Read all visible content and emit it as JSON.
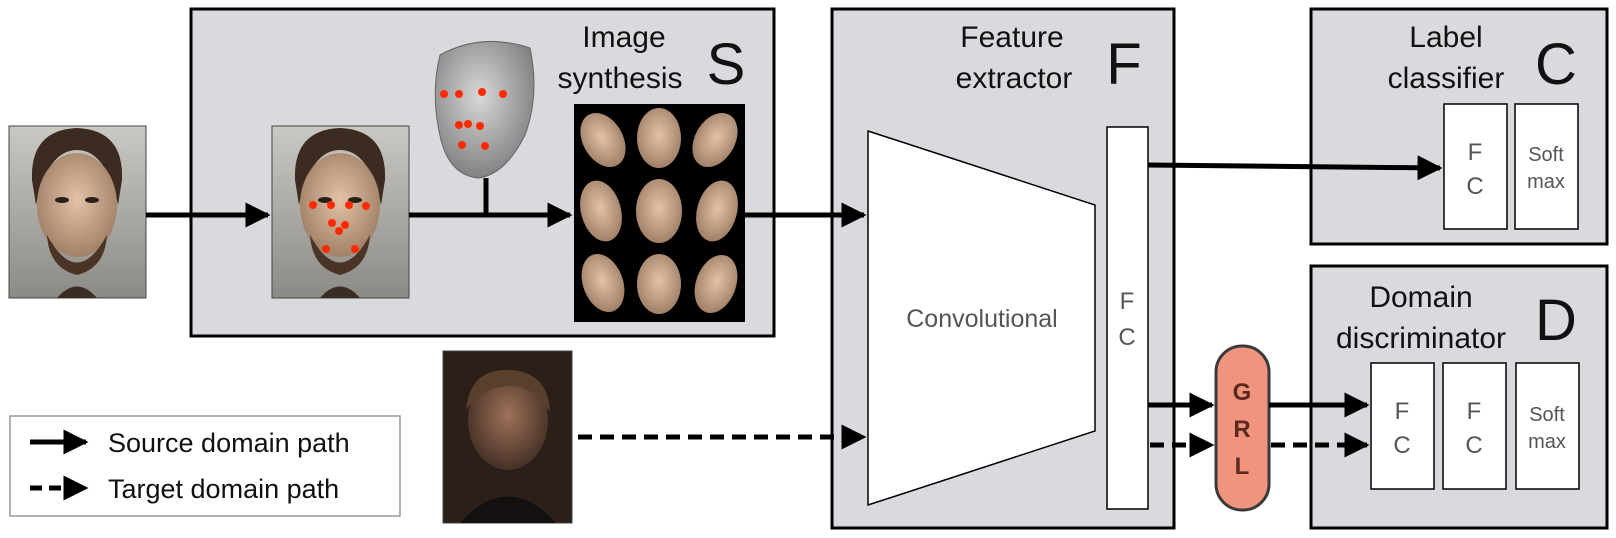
{
  "modules": {
    "synthesis": {
      "title_line1": "Image",
      "title_line2": "synthesis",
      "letter": "S"
    },
    "feature": {
      "title_line1": "Feature",
      "title_line2": "extractor",
      "letter": "F",
      "conv_label": "Convolutional",
      "fc_line1": "F",
      "fc_line2": "C"
    },
    "classifier": {
      "title_line1": "Label",
      "title_line2": "classifier",
      "letter": "C",
      "fc_line1": "F",
      "fc_line2": "C",
      "softmax_line1": "Soft",
      "softmax_line2": "max"
    },
    "discriminator": {
      "title_line1": "Domain",
      "title_line2": "discriminator",
      "letter": "D",
      "fc1_line1": "F",
      "fc1_line2": "C",
      "fc2_line1": "F",
      "fc2_line2": "C",
      "softmax_line1": "Soft",
      "softmax_line2": "max"
    }
  },
  "grl": {
    "line1": "G",
    "line2": "R",
    "line3": "L"
  },
  "legend": {
    "source": "Source domain path",
    "target": "Target domain path"
  },
  "colors": {
    "module_bg": "#d9dadd",
    "grl_fill": "#f0947e",
    "grl_stroke": "#3a3a3a",
    "landmark": "#ff2a00"
  }
}
